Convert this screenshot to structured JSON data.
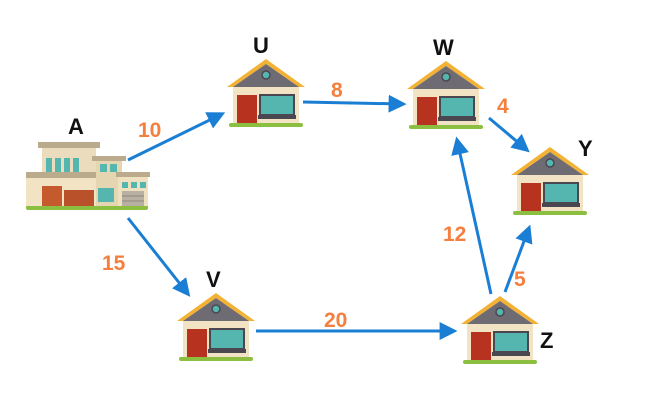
{
  "colors": {
    "edge": "#1a7fd4",
    "weight": "#f47f3e",
    "label": "#111111",
    "roof": "#f3b233",
    "roof_dark": "#6f6b73",
    "wall": "#f2e3c4",
    "door": "#b8331f",
    "window": "#55b6b0",
    "grass": "#8cbf3f"
  },
  "nodes": [
    {
      "id": "A",
      "label": "A",
      "kind": "big-house-icon"
    },
    {
      "id": "U",
      "label": "U",
      "kind": "house-icon"
    },
    {
      "id": "W",
      "label": "W",
      "kind": "house-icon"
    },
    {
      "id": "Y",
      "label": "Y",
      "kind": "house-icon"
    },
    {
      "id": "V",
      "label": "V",
      "kind": "house-icon"
    },
    {
      "id": "Z",
      "label": "Z",
      "kind": "house-icon"
    }
  ],
  "edges": [
    {
      "from": "A",
      "to": "U",
      "weight": "10"
    },
    {
      "from": "A",
      "to": "V",
      "weight": "15"
    },
    {
      "from": "U",
      "to": "W",
      "weight": "8"
    },
    {
      "from": "W",
      "to": "Y",
      "weight": "4"
    },
    {
      "from": "V",
      "to": "Z",
      "weight": "20"
    },
    {
      "from": "Z",
      "to": "W",
      "weight": "12"
    },
    {
      "from": "Z",
      "to": "Y",
      "weight": "5"
    }
  ]
}
